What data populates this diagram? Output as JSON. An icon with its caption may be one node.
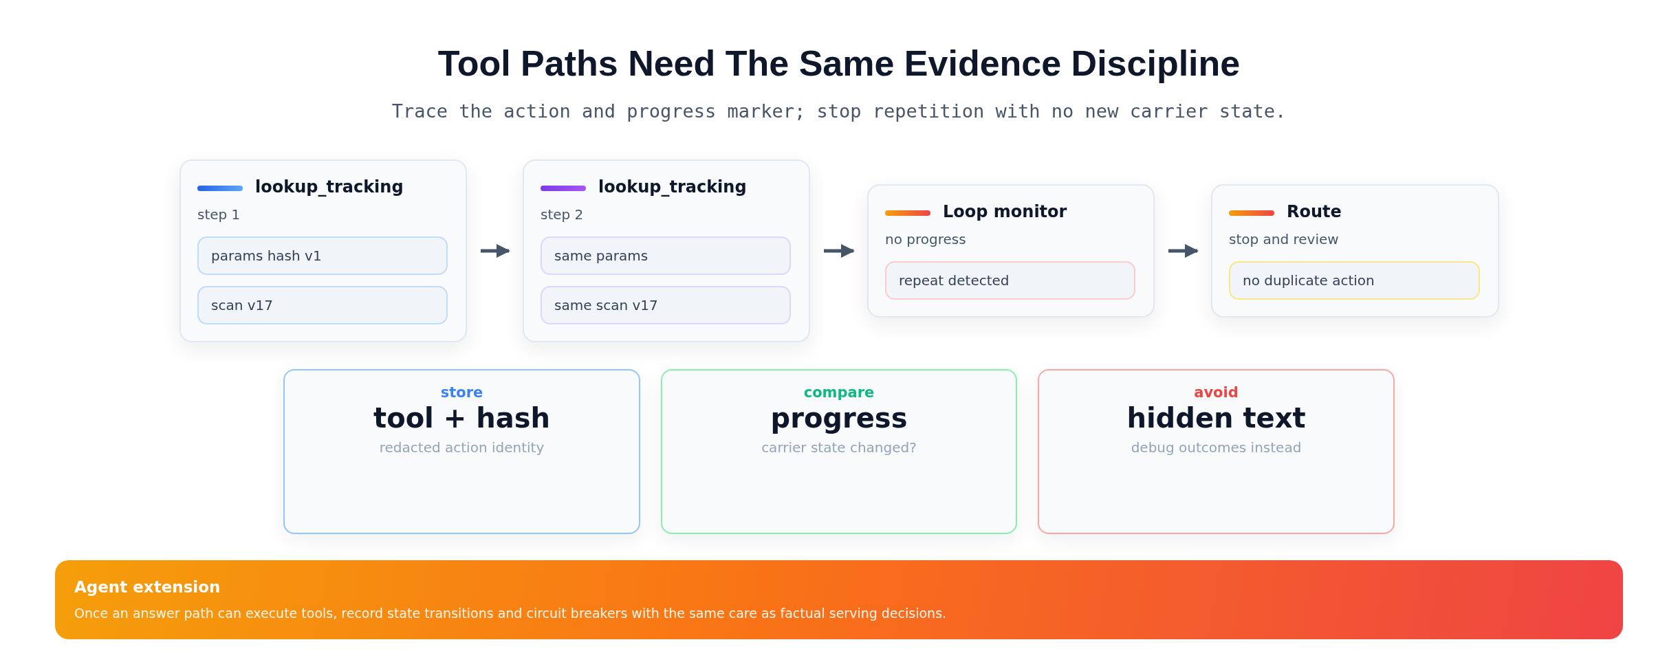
{
  "diagram": {
    "title": "Tool Paths Need The Same Evidence Discipline",
    "caption": "Trace the action and progress marker; stop repetition with no new carrier state.",
    "nodes": [
      {
        "text": [
          "lookup_tracking",
          "step 1"
        ]
      },
      {
        "text": [
          "params hash v1"
        ],
        "in": 0
      },
      {
        "text": [
          "scan v17"
        ],
        "in": 0
      },
      {
        "text": [
          "lookup_tracking",
          "step 2"
        ]
      },
      {
        "text": [
          "same params"
        ],
        "in": 3
      },
      {
        "text": [
          "same scan v17"
        ],
        "in": 3
      },
      {
        "text": [
          "Loop monitor",
          "no progress"
        ]
      },
      {
        "text": [
          "repeat detected"
        ],
        "in": 6
      },
      {
        "text": [
          "Route",
          "stop and review"
        ]
      },
      {
        "text": [
          "no duplicate action"
        ],
        "in": 8
      },
      {
        "text": [
          "store",
          "tool + hash",
          "redacted action identity"
        ]
      },
      {
        "text": [
          "compare",
          "progress",
          "carrier state changed?"
        ]
      },
      {
        "text": [
          "avoid",
          "hidden text",
          "debug outcomes instead"
        ]
      },
      {
        "text": [
          "Agent extension",
          "Once an answer path can execute tools, record state transitions and circuit breakers with the same care as factual serving decisions."
        ]
      }
    ],
    "edges": [
      {
        "from": 0,
        "to": 3,
        "arrow": "to"
      },
      {
        "from": 3,
        "to": 6,
        "arrow": "to"
      },
      {
        "from": 6,
        "to": 8,
        "arrow": "to"
      }
    ]
  }
}
